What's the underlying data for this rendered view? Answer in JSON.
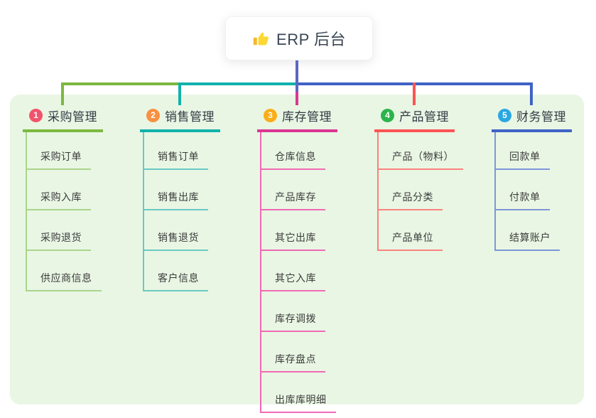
{
  "root": {
    "title": "ERP 后台",
    "icon": "thumbs-up-icon",
    "icon_color": "#fdd835",
    "card_bg": "#ffffff",
    "trunk_color": "#5a68c2"
  },
  "panel": {
    "bg": "#e9f6e4"
  },
  "branches": [
    {
      "num": "1",
      "title": "采购管理",
      "badge_color": "#f2536b",
      "line_color": "#7cb93f",
      "child_line_color": "#a9d58b",
      "children": [
        "采购订单",
        "采购入库",
        "采购退货",
        "供应商信息"
      ]
    },
    {
      "num": "2",
      "title": "销售管理",
      "badge_color": "#fa9041",
      "line_color": "#12b2ab",
      "child_line_color": "#6ac9c3",
      "children": [
        "销售订单",
        "销售出库",
        "销售退货",
        "客户信息"
      ]
    },
    {
      "num": "3",
      "title": "库存管理",
      "badge_color": "#fbad18",
      "line_color": "#da3794",
      "child_line_color": "#f06ab4",
      "children": [
        "仓库信息",
        "产品库存",
        "其它出库",
        "其它入库",
        "库存调拨",
        "库存盘点",
        "出库库明细"
      ]
    },
    {
      "num": "4",
      "title": "产品管理",
      "badge_color": "#2cb44c",
      "line_color": "#fd5455",
      "child_line_color": "#f9837d",
      "children": [
        "产品（物料）",
        "产品分类",
        "产品单位"
      ]
    },
    {
      "num": "5",
      "title": "财务管理",
      "badge_color": "#2aa7e3",
      "line_color": "#3f63c6",
      "child_line_color": "#7e97d8",
      "children": [
        "回款单",
        "付款单",
        "结算账户"
      ]
    }
  ]
}
